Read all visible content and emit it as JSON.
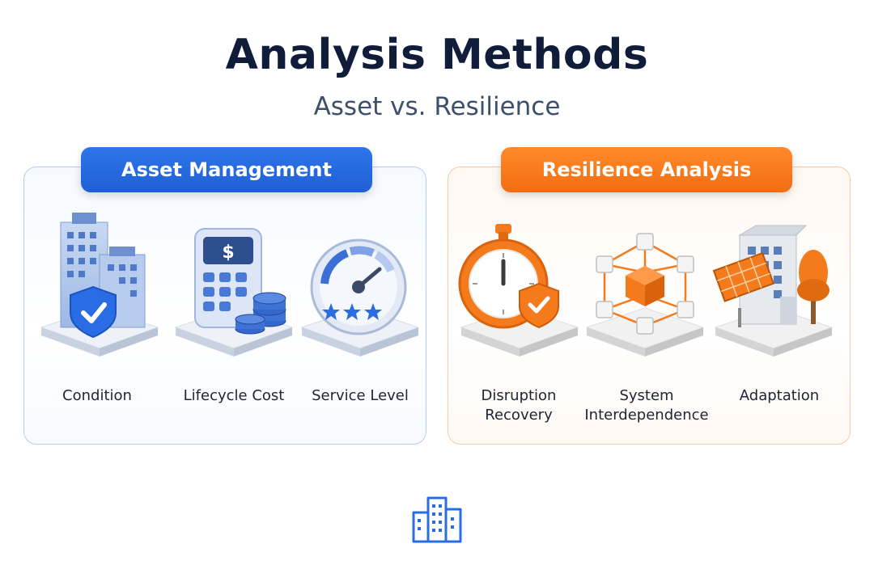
{
  "header": {
    "title": "Analysis Methods",
    "subtitle": "Asset vs. Resilience"
  },
  "colors": {
    "blue": "#2a6ce3",
    "orange": "#f47a1c",
    "navy": "#0f1d3a"
  },
  "asset_panel": {
    "heading": "Asset Management",
    "items": [
      {
        "label": "Condition",
        "icon": "building-shield-icon"
      },
      {
        "label": "Lifecycle Cost",
        "icon": "calculator-coins-icon"
      },
      {
        "label": "Service Level",
        "icon": "gauge-stars-icon"
      }
    ]
  },
  "resilience_panel": {
    "heading": "Resilience Analysis",
    "items": [
      {
        "label_line1": "Disruption",
        "label_line2": "Recovery",
        "icon": "stopwatch-shield-icon"
      },
      {
        "label_line1": "System",
        "label_line2": "Interdependence",
        "icon": "network-cubes-icon"
      },
      {
        "label": "Adaptation",
        "icon": "building-solar-tree-icon"
      }
    ]
  },
  "footer": {
    "icon": "city-buildings-logo-icon"
  }
}
